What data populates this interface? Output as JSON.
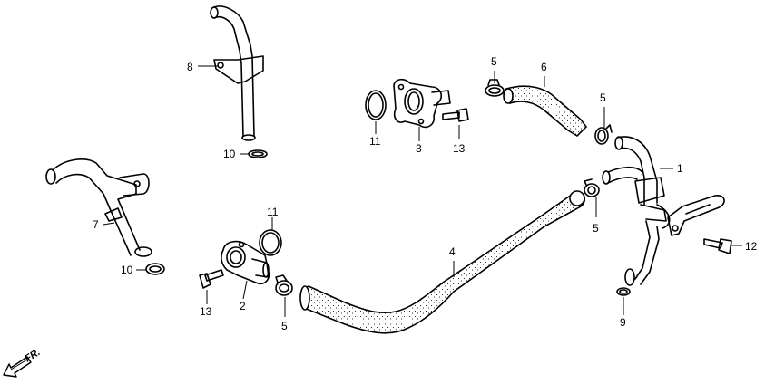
{
  "callouts": {
    "c1": "1",
    "c2": "2",
    "c3": "3",
    "c4": "4",
    "c5a": "5",
    "c5b": "5",
    "c5c": "5",
    "c5d": "5",
    "c6": "6",
    "c7": "7",
    "c8": "8",
    "c9": "9",
    "c10a": "10",
    "c10b": "10",
    "c11a": "11",
    "c11b": "11",
    "c12": "12",
    "c13a": "13",
    "c13b": "13"
  },
  "front_indicator": "FR."
}
